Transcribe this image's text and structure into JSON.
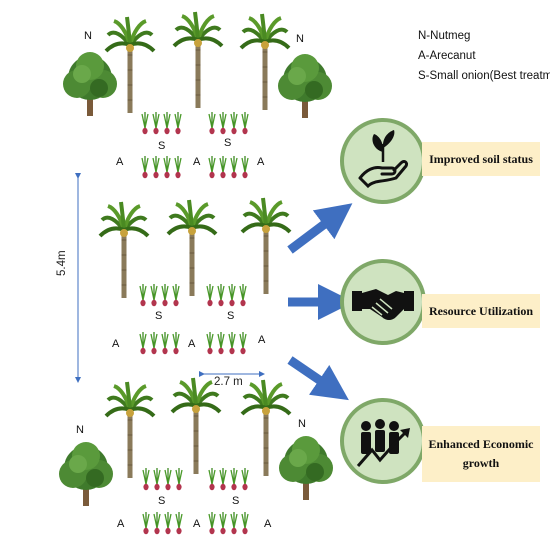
{
  "legend": {
    "nutmeg": "N-Nutmeg",
    "arecanut": "A-Arecanut",
    "onion": "S-Small onion(Best treatment)"
  },
  "labels": {
    "n": "N",
    "a": "A",
    "s": "S"
  },
  "dimensions": {
    "vertical": "5.4m",
    "horizontal": "2.7 m"
  },
  "outcomes": [
    {
      "text": "Improved soil status",
      "icon": "hand-plant-icon"
    },
    {
      "text": "Resource Utilization",
      "icon": "handshake-icon"
    },
    {
      "text": "Enhanced Economic growth",
      "icon": "people-growth-icon"
    }
  ],
  "colors": {
    "circle_fill": "#cfe3c0",
    "circle_border": "#7fa868",
    "box_fill": "#fdefc8",
    "arrow": "#3f6fc0"
  }
}
